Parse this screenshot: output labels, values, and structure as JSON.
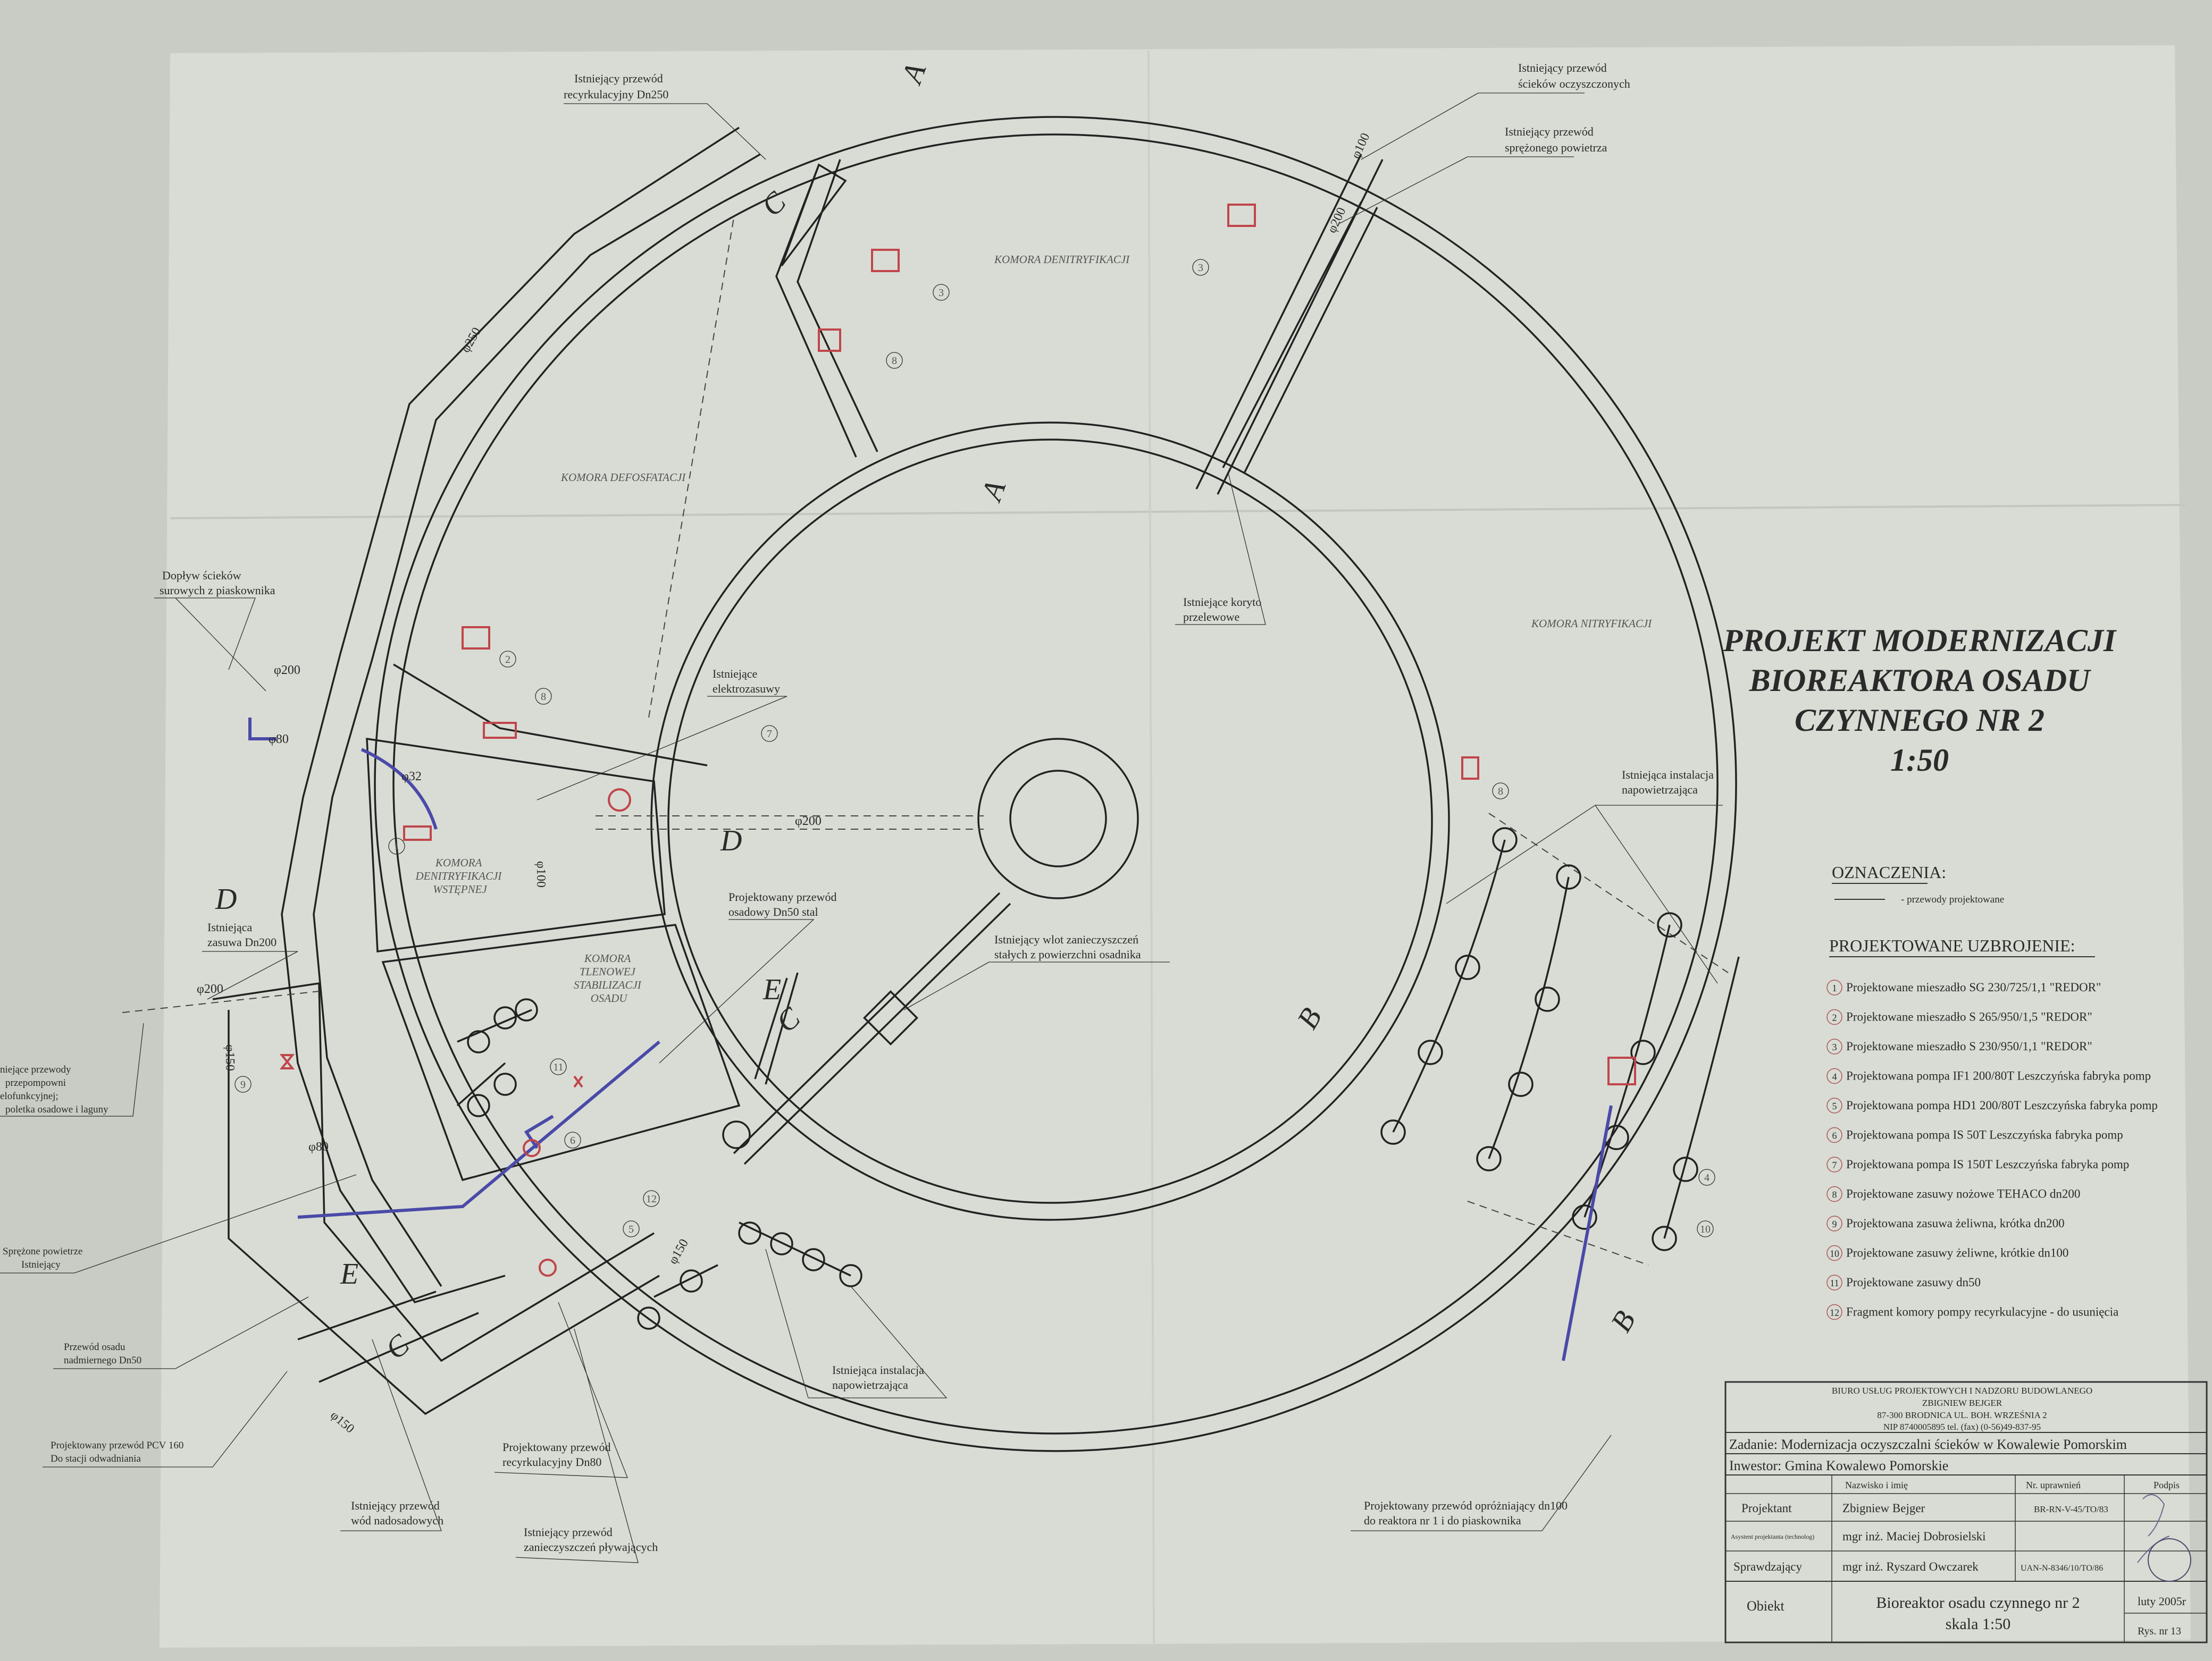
{
  "title": {
    "lines": [
      "PROJEKT MODERNIZACJI",
      "BIOREAKTORA OSADU",
      "CZYNNEGO NR 2",
      "1:50"
    ]
  },
  "legend": {
    "heading": "OZNACZENIA:",
    "line_label": "- przewody projektowane",
    "equipment_heading": "PROJEKTOWANE UZBROJENIE:",
    "items": [
      {
        "num": "1",
        "text": "Projektowane mieszadło SG 230/725/1,1 \"REDOR\""
      },
      {
        "num": "2",
        "text": "Projektowane mieszadło S 265/950/1,5 \"REDOR\""
      },
      {
        "num": "3",
        "text": "Projektowane mieszadło S 230/950/1,1 \"REDOR\""
      },
      {
        "num": "4",
        "text": "Projektowana pompa IF1 200/80T Leszczyńska fabryka pomp"
      },
      {
        "num": "5",
        "text": "Projektowana pompa HD1 200/80T Leszczyńska fabryka pomp"
      },
      {
        "num": "6",
        "text": "Projektowana pompa IS 50T Leszczyńska fabryka pomp"
      },
      {
        "num": "7",
        "text": "Projektowana pompa IS 150T Leszczyńska fabryka pomp"
      },
      {
        "num": "8",
        "text": "Projektowane zasuwy nożowe TEHACO dn200"
      },
      {
        "num": "9",
        "text": "Projektowana zasuwa żeliwna, krótka dn200"
      },
      {
        "num": "10",
        "text": "Projektowane zasuwy żeliwne, krótkie dn100"
      },
      {
        "num": "11",
        "text": "Projektowane zasuwy dn50"
      },
      {
        "num": "12",
        "text": "Fragment komory pompy recyrkulacyjne - do usunięcia"
      }
    ]
  },
  "title_block": {
    "office": [
      "BIURO USŁUG PROJEKTOWYCH I NADZORU BUDOWLANEGO",
      "ZBIGNIEW BEJGER",
      "87-300 BRODNICA UL. BOH. WRZEŚNIA 2",
      "NIP 8740005895 tel. (fax) (0-56)49-837-95"
    ],
    "task": "Zadanie: Modernizacja oczyszczalni ścieków w Kowalewie Pomorskim",
    "investor": "Inwestor: Gmina Kowalewo Pomorskie",
    "headers": {
      "name": "Nazwisko i imię",
      "license": "Nr. uprawnień",
      "signature": "Podpis"
    },
    "rows": [
      {
        "role": "Projektant",
        "name": "Zbigniew Bejger",
        "license": "BR-RN-V-45/TO/83"
      },
      {
        "role": "Asystent projektanta (technolog)",
        "name": "mgr inż. Maciej Dobrosielski",
        "license": ""
      },
      {
        "role": "Sprawdzający",
        "name": "mgr inż. Ryszard Owczarek",
        "license": "UAN-N-8346/10/TO/86"
      }
    ],
    "object_label": "Obiekt",
    "object_name": "Bioreaktor osadu czynnego nr 2",
    "scale": "skala 1:50",
    "date": "luty 2005r",
    "drawing_no": "Rys. nr 13"
  },
  "chambers": {
    "denitrification": "KOMORA DENITRYFIKACJI",
    "dephosphatation": "KOMORA DEFOSFATACJI",
    "nitrification": "KOMORA NITRYFIKACJI",
    "pre_denitrification": [
      "KOMORA",
      "DENITRYFIKACJI",
      "WSTĘPNEJ"
    ],
    "stabilization": [
      "KOMORA",
      "TLENOWEJ",
      "STABILIZACJI",
      "OSADU"
    ]
  },
  "annotations": [
    [
      "Istniejący przewód",
      "recyrkulacyjny Dn250"
    ],
    [
      "Istniejący przewód",
      "ścieków oczyszczonych"
    ],
    [
      "Istniejący przewód",
      "sprężonego powietrza"
    ],
    [
      "Dopływ ścieków",
      "surowych z piaskownika"
    ],
    [
      "Istniejące",
      "elektrozasuwy"
    ],
    [
      "Istniejące koryto",
      "przelewowe"
    ],
    [
      "Istniejąca instalacja",
      "napowietrzająca"
    ],
    [
      "Projektowany przewód",
      "osadowy Dn50 stal"
    ],
    [
      "Istniejący wlot zanieczyszczeń",
      "stałych z powierzchni osadnika"
    ],
    [
      "Istniejąca",
      "zasuwa Dn200"
    ],
    [
      "niejące przewody",
      "przepompowni",
      "elofunkcyjnej;",
      "poletka osadowe i laguny"
    ],
    [
      "Sprężone powietrze",
      "Istniejący"
    ],
    [
      "Przewód osadu",
      "nadmiernego Dn50"
    ],
    [
      "Projektowany przewód PCV 160",
      "Do stacji odwadniania"
    ],
    [
      "Istniejący przewód",
      "wód nadosadowych"
    ],
    [
      "Projektowany przewód",
      "recyrkulacyjny Dn80"
    ],
    [
      "Istniejący przewód",
      "zanieczyszczeń pływających"
    ],
    [
      "Istniejąca instalacja",
      "napowietrzająca"
    ],
    [
      "Projektowany przewód opróżniający dn100",
      "do reaktora nr 1 i do piaskownika"
    ]
  ],
  "sections": [
    "A",
    "A",
    "B",
    "B",
    "C",
    "C",
    "C",
    "D",
    "D",
    "E",
    "E"
  ],
  "diameters": [
    "φ250",
    "φ100",
    "φ200",
    "φ200",
    "φ80",
    "φ32",
    "φ100",
    "φ200",
    "φ200",
    "φ150",
    "φ80",
    "φ150",
    "φ150"
  ],
  "callouts": [
    "3",
    "3",
    "8",
    "2",
    "8",
    "7",
    "1",
    "11",
    "6",
    "5",
    "12",
    "9",
    "8",
    "4",
    "10"
  ],
  "colors": {
    "paper": "#d9dcd4",
    "line": "#222222",
    "projected_pipe": "#4a4aa8",
    "equipment": "#c0454b"
  }
}
